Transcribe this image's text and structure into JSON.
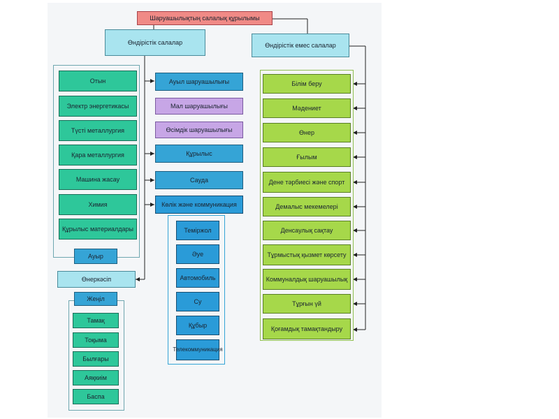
{
  "root": "Шаруашылықтың салалық құрылымы",
  "production": {
    "label": "Өндірістік салалар",
    "industry": [
      "Отын",
      "Электр энергетикасы",
      "Түсті металлургия",
      "Қара металлургия",
      "Машина жасау",
      "Химия",
      "Құрылыс материалдары"
    ],
    "heavy": "Ауыр",
    "industry_label": "Өнеркәсіп",
    "light": "Жеңіл",
    "light_items": [
      "Тамақ",
      "Тоқыма",
      "Былғары",
      "Аяқкиім",
      "Баспа"
    ],
    "agriculture": "Ауыл шаруашылығы",
    "livestock": "Мал шаруашылығы",
    "crops": "Өсімдік шаруашылығы",
    "construction": "Құрылыс",
    "trade": "Сауда",
    "transport": "Көлік және коммуникация",
    "transport_items": [
      "Теміржол",
      "Әуе",
      "Автомобиль",
      "Су",
      "Құбыр",
      "Телекоммуникация"
    ]
  },
  "nonproduction": {
    "label": "Өндірістік емес салалар",
    "items": [
      "Білім беру",
      "Мәдениет",
      "Өнер",
      "Ғылым",
      "Дене тәрбиесі және спорт",
      "Демалыс мекемелері",
      "Денсаулық сақтау",
      "Тұрмыстық қызмет көрсету",
      "Коммуналдық шаруашылық",
      "Тұрғын үй",
      "Қоғамдық тамақтандыру"
    ]
  }
}
